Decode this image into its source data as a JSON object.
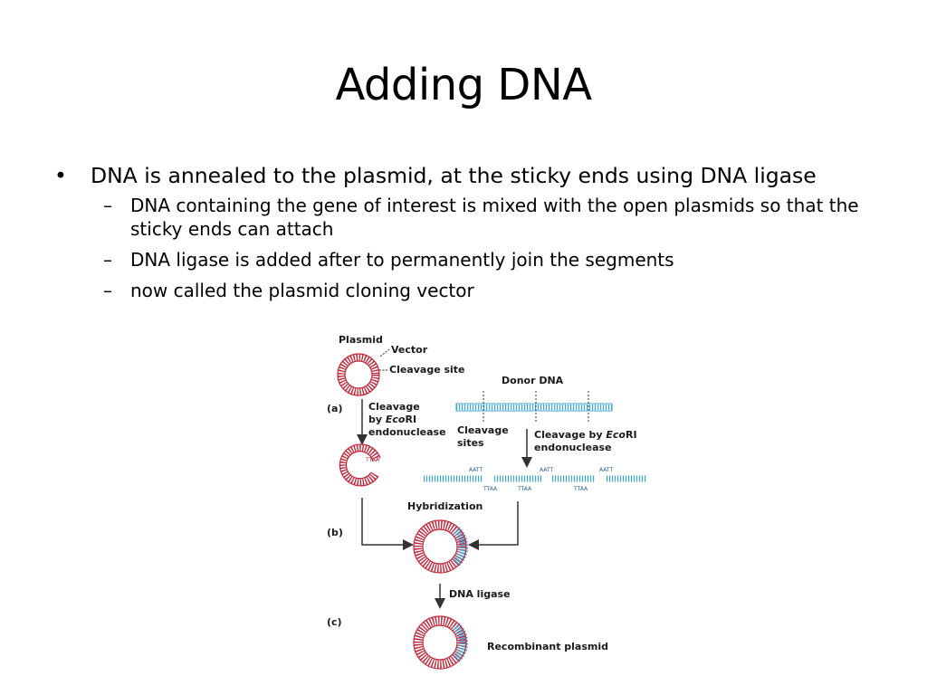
{
  "slide": {
    "title": "Adding DNA",
    "bullet_marker": "•",
    "sub_marker": "–",
    "bullet": "DNA is annealed to the plasmid, at the sticky ends using DNA ligase",
    "subs": [
      "DNA containing the gene of interest is mixed with the open plasmids so that the sticky ends can attach",
      "DNA ligase is added after to permanently join the segments",
      "now called the plasmid cloning vector"
    ]
  },
  "figure": {
    "labels": {
      "plasmid": "Plasmid",
      "vector": "Vector",
      "cleavage_site": "Cleavage site",
      "donor_dna": "Donor DNA",
      "step_a": "(a)",
      "step_b": "(b)",
      "step_c": "(c)",
      "cleavage_1": "Cleavage",
      "cleavage_by": "by",
      "ecori": "Eco",
      "ecori_ri": "RI",
      "endonuclease": "endonuclease",
      "cleavage_sites_1": "Cleavage",
      "cleavage_sites_2": "sites",
      "cleavage_by_eco": "Cleavage by",
      "hybridization": "Hybridization",
      "dna_ligase": "DNA ligase",
      "recombinant": "Recombinant plasmid",
      "aatt": "AATT",
      "ttaa": "TTAA"
    },
    "colors": {
      "plasmid_red": "#c0283a",
      "donor_blue": "#3aa6d8",
      "arrow": "#333333"
    }
  }
}
